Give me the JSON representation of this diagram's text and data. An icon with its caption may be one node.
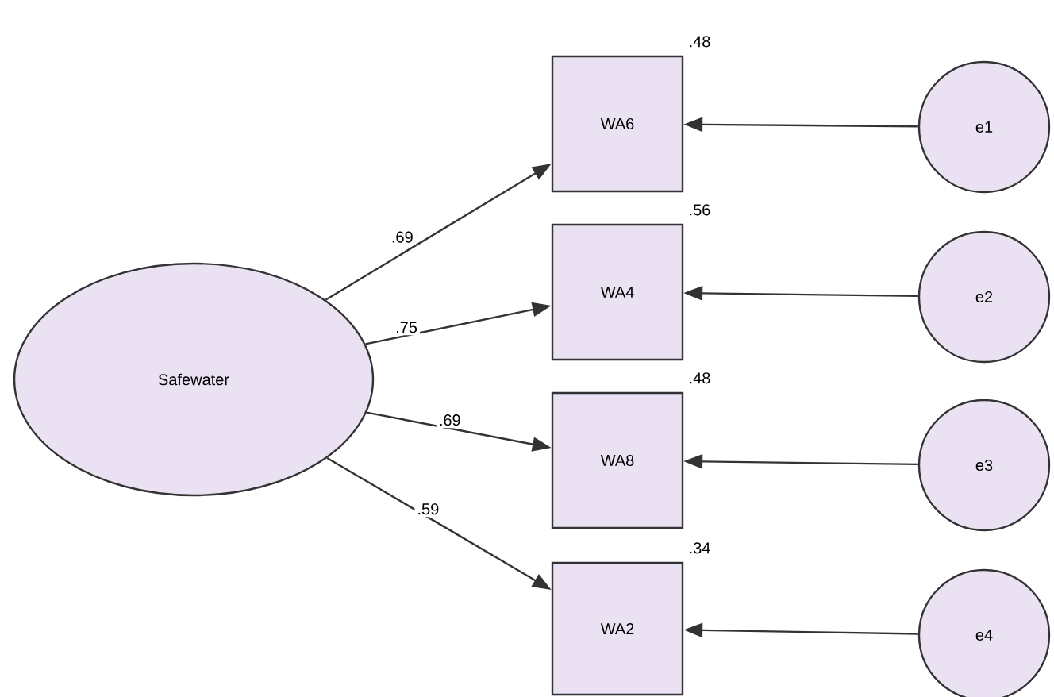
{
  "diagram": {
    "nodes": [
      {
        "text": [
          "Safewater"
        ]
      },
      {
        "text": [
          "WA6"
        ],
        "beside": [
          ".48"
        ]
      },
      {
        "text": [
          "WA4"
        ],
        "beside": [
          ".56"
        ]
      },
      {
        "text": [
          "WA8"
        ],
        "beside": [
          ".48"
        ]
      },
      {
        "text": [
          "WA2"
        ],
        "beside": [
          ".34"
        ]
      },
      {
        "text": [
          "e1"
        ]
      },
      {
        "text": [
          "e2"
        ]
      },
      {
        "text": [
          "e3"
        ]
      },
      {
        "text": [
          "e4"
        ]
      }
    ],
    "edges": [
      {
        "from": 0,
        "to": 1,
        "arrow": "to",
        "label": ".69"
      },
      {
        "from": 0,
        "to": 2,
        "arrow": "to",
        "label": ".75"
      },
      {
        "from": 0,
        "to": 3,
        "arrow": "to",
        "label": ".69"
      },
      {
        "from": 0,
        "to": 4,
        "arrow": "to",
        "label": ".59"
      },
      {
        "from": 5,
        "to": 1,
        "arrow": "to"
      },
      {
        "from": 6,
        "to": 2,
        "arrow": "to"
      },
      {
        "from": 7,
        "to": 3,
        "arrow": "to"
      },
      {
        "from": 8,
        "to": 4,
        "arrow": "to"
      }
    ]
  }
}
